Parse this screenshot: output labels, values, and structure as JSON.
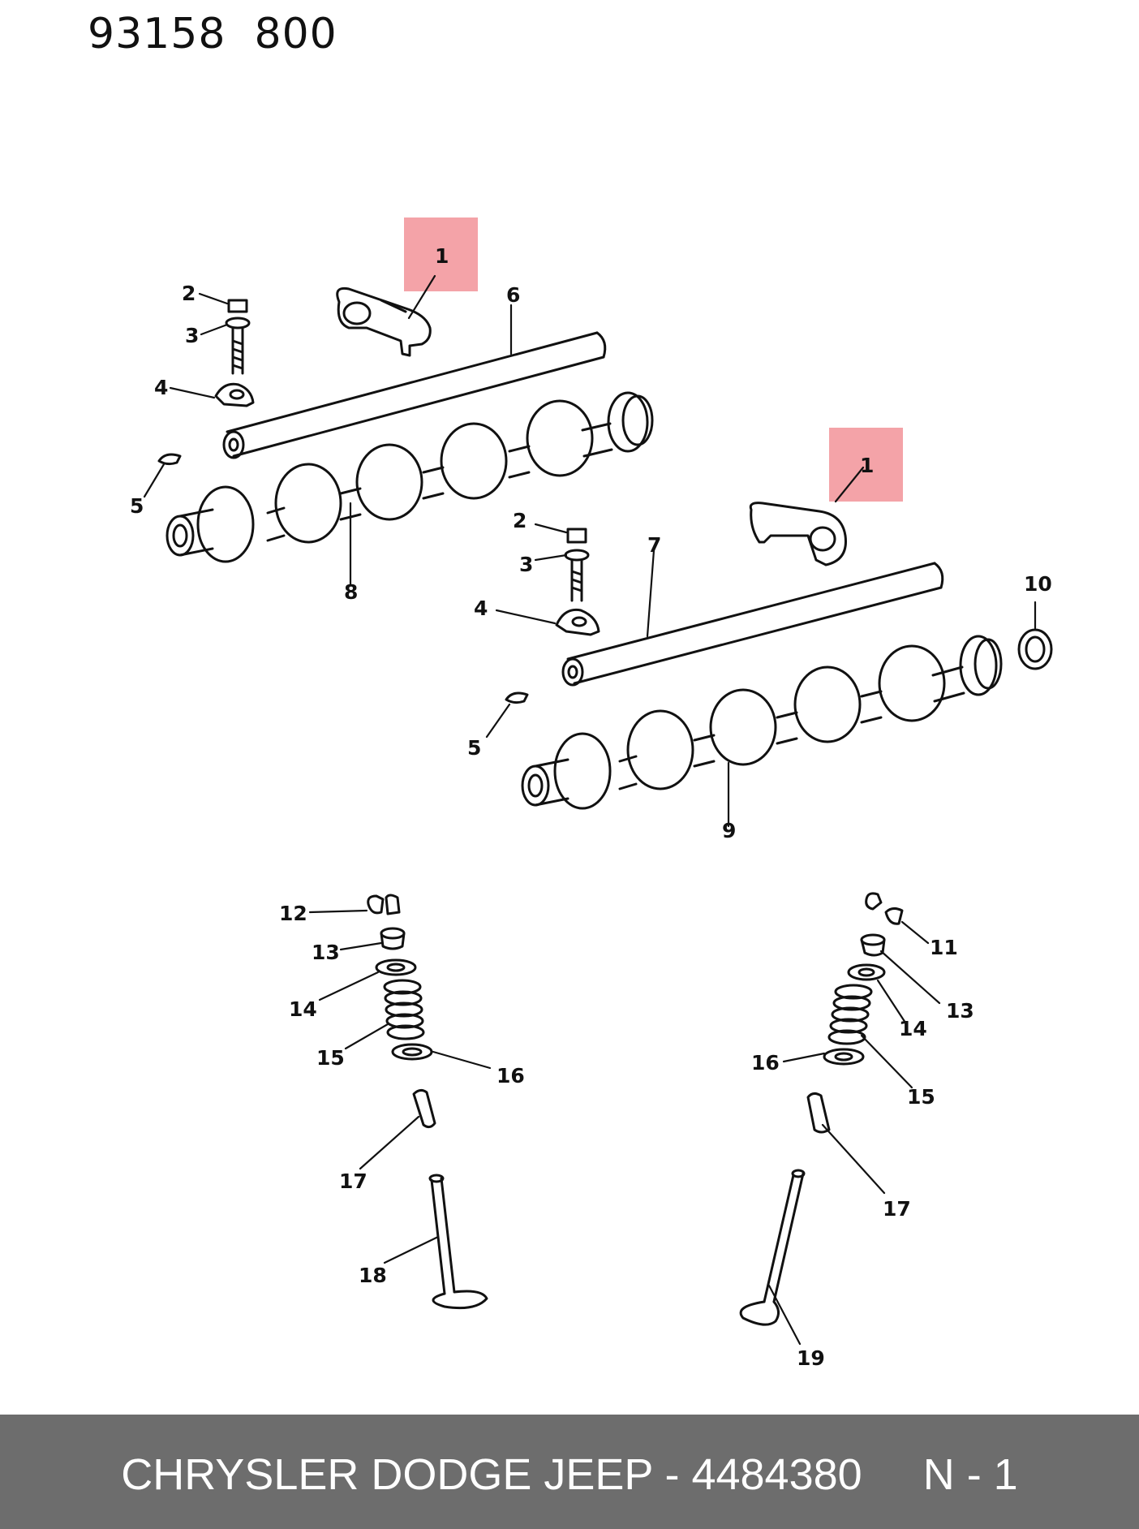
{
  "header": {
    "code": "93158  800"
  },
  "highlight_color": "#f4a3a8",
  "callouts": {
    "c1a": "1",
    "c1b": "1",
    "c2a": "2",
    "c2b": "2",
    "c3a": "3",
    "c3b": "3",
    "c4a": "4",
    "c4b": "4",
    "c5a": "5",
    "c5b": "5",
    "c6": "6",
    "c7": "7",
    "c8": "8",
    "c9": "9",
    "c10": "10",
    "c11": "11",
    "c12": "12",
    "c13a": "13",
    "c13b": "13",
    "c14a": "14",
    "c14b": "14",
    "c15a": "15",
    "c15b": "15",
    "c16a": "16",
    "c16b": "16",
    "c17a": "17",
    "c17b": "17",
    "c18": "18",
    "c19": "19"
  },
  "footer": {
    "label": "CHRYSLER DODGE JEEP - 4484380     N - 1"
  }
}
